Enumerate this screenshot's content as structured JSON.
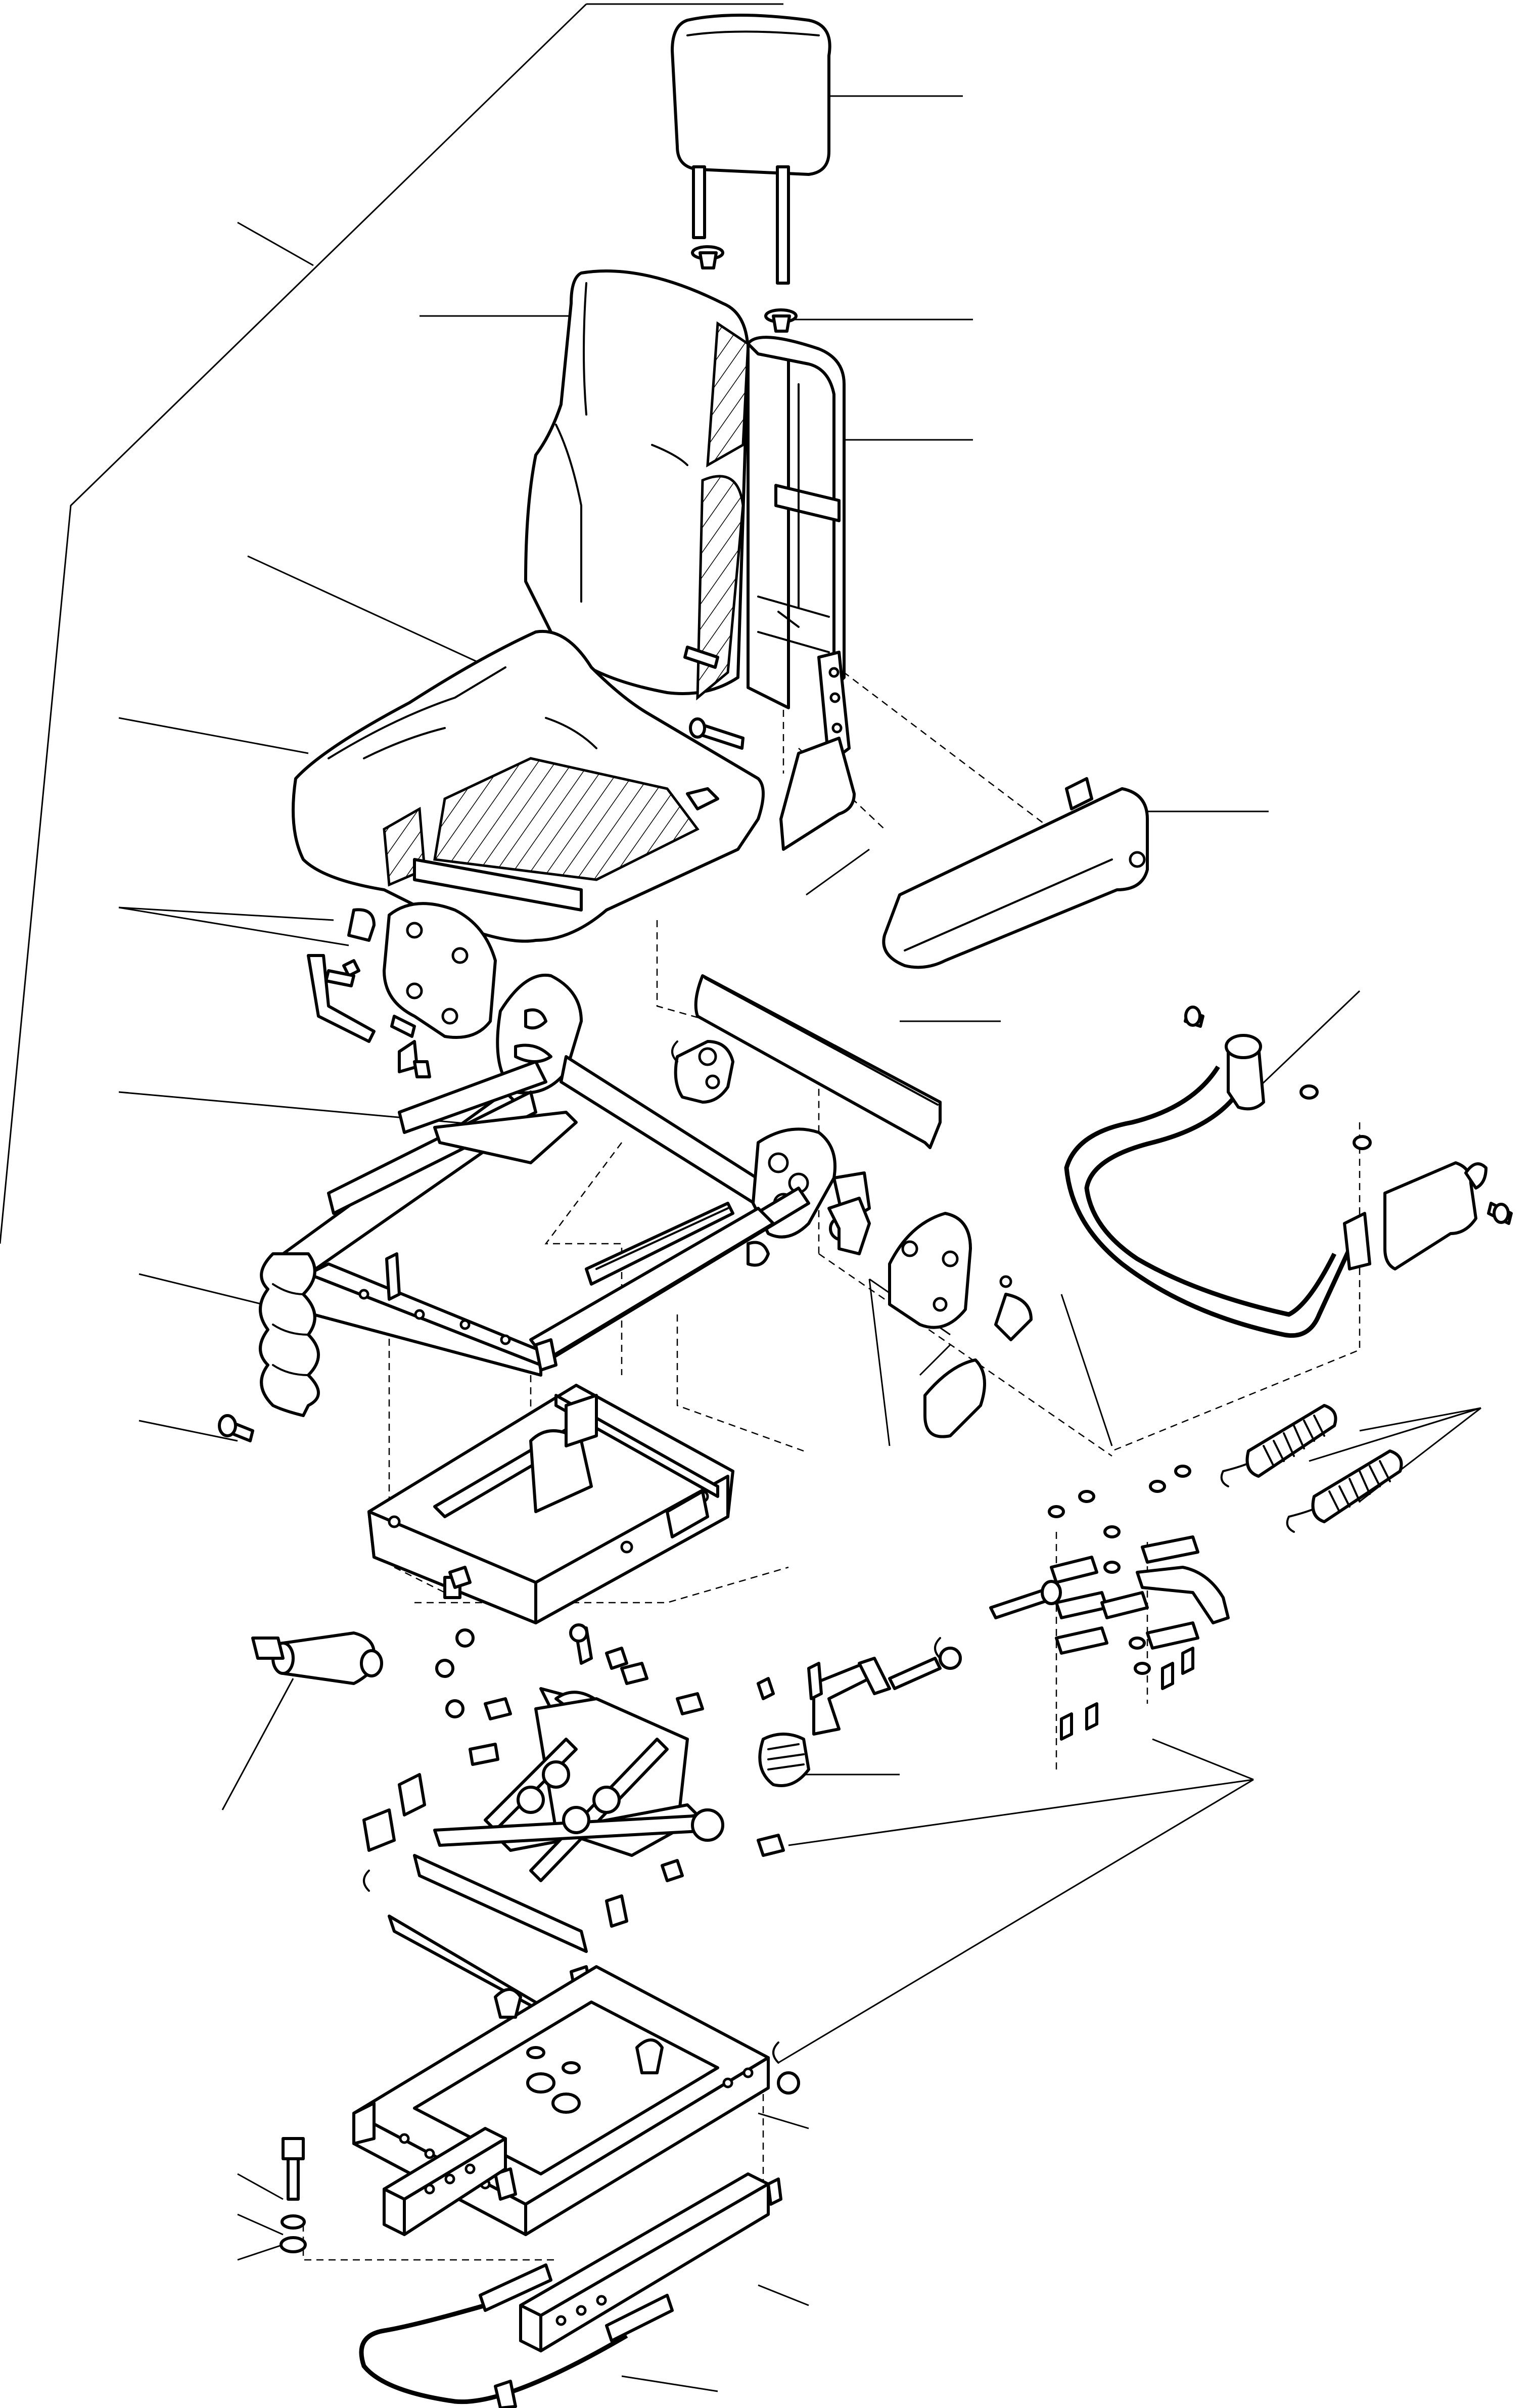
{
  "drawing": {
    "type": "exploded-assembly",
    "subject": "suspension-seat",
    "labels": []
  },
  "parts": [
    {
      "id": "headrest"
    },
    {
      "id": "headrest-guide"
    },
    {
      "id": "backrest-cushion"
    },
    {
      "id": "backrest-frame"
    },
    {
      "id": "seat-cushion"
    },
    {
      "id": "seat-cushion-shell"
    },
    {
      "id": "armrest"
    },
    {
      "id": "lumbar-support"
    },
    {
      "id": "seat-frame"
    },
    {
      "id": "recline-adjuster"
    },
    {
      "id": "bellows"
    },
    {
      "id": "lap-belt"
    },
    {
      "id": "belt-buckle"
    },
    {
      "id": "tension-springs"
    },
    {
      "id": "guide-rail-carriage"
    },
    {
      "id": "shock-absorber"
    },
    {
      "id": "scissor-suspension"
    },
    {
      "id": "adjustment-knob"
    },
    {
      "id": "base-frame"
    },
    {
      "id": "slide-rails"
    },
    {
      "id": "release-bar"
    },
    {
      "id": "mounting-bolt"
    }
  ]
}
